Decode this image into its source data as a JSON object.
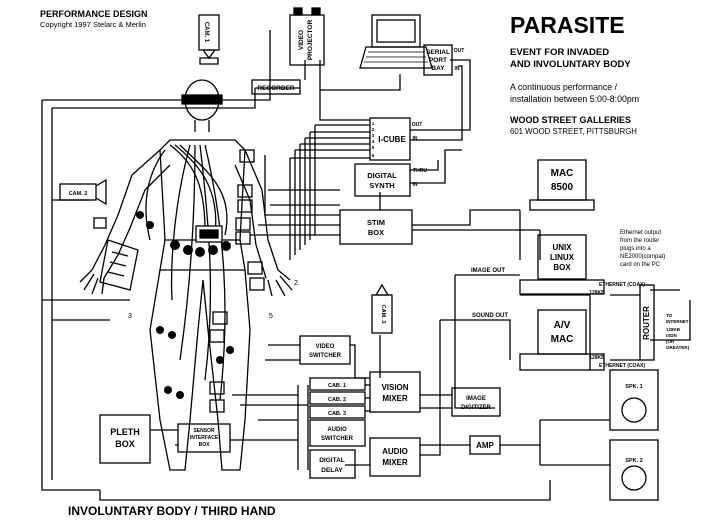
{
  "header": {
    "left_title": "PERFORMANCE DESIGN",
    "left_copyright": "Copyright 1997 Stelarc & Merlin",
    "title": "PARASITE",
    "subtitle_line1": "EVENT FOR INVADED",
    "subtitle_line2": "AND INVOLUNTARY BODY",
    "desc_line1": "A continuous performance /",
    "desc_line2": "installation between 5:00-8:00pm",
    "venue": "WOOD STREET GALLERIES",
    "address": "601 WOOD STREET, PITTSBURGH"
  },
  "footer": {
    "title": "INVOLUNTARY BODY / THIRD HAND"
  },
  "devices": {
    "cam1": "CAM. 1",
    "video_projector_l1": "VIDEO",
    "video_projector_l2": "PROJECTOR",
    "recorder": "RECORDER",
    "serial_port_bay_l1": "SERIAL",
    "serial_port_bay_l2": "PORT",
    "serial_port_bay_l3": "BAY",
    "serial_out": "OUT",
    "serial_in": "IN",
    "icube": "I-CUBE",
    "icube_out": "OUT",
    "icube_in": "IN",
    "icube_thru": "THRU",
    "icube_in2": "IN",
    "icube_ports": [
      "1",
      "2",
      "3",
      "4",
      "5",
      "6"
    ],
    "digital_synth_l1": "DIGITAL",
    "digital_synth_l2": "SYNTH",
    "stim_box_l1": "STIM",
    "stim_box_l2": "BOX",
    "cam2": "CAM. 2",
    "cam3": "CAM. 3",
    "mac8500_l1": "MAC",
    "mac8500_l2": "8500",
    "unix_l1": "UNIX",
    "unix_l2": "LINUX",
    "unix_l3": "BOX",
    "av_mac_l1": "A/V",
    "av_mac_l2": "MAC",
    "image_out": "IMAGE OUT",
    "sound_out": "SOUND OUT",
    "ethernet_coax_1": "ETHERNET (COAX)",
    "kb_128_1": "128KB",
    "ethernet_coax_2": "ETHERNET (COAX)",
    "kb_128_2": "128KB",
    "router": "ROUTER",
    "to_internet_l1": "TO",
    "to_internet_l2": "INTERNET",
    "isdn_l1": "128KB",
    "isdn_l2": "ISDN",
    "isdn_l3": "(OR",
    "isdn_l4": "GREATER)",
    "ethernet_note_l1": "Ethernet output",
    "ethernet_note_l2": "from the router",
    "ethernet_note_l3": "plugs into a",
    "ethernet_note_l4": "NE2000(compat)",
    "ethernet_note_l5": "card on the PC",
    "video_switcher_l1": "VIDEO",
    "video_switcher_l2": "SWITCHER",
    "cab1": "CAB. 1",
    "cab2": "CAB. 2",
    "cab3": "CAB. 3",
    "audio_switcher_l1": "AUDIO",
    "audio_switcher_l2": "SWITCHER",
    "digital_delay_l1": "DIGITAL",
    "digital_delay_l2": "DELAY",
    "vision_mixer_l1": "VISION",
    "vision_mixer_l2": "MIXER",
    "image_digitizer_l1": "IMAGE",
    "image_digitizer_l2": "DIGITIZER",
    "amp": "AMP",
    "audio_mixer_l1": "AUDIO",
    "audio_mixer_l2": "MIXER",
    "pleth_box_l1": "PLETH",
    "pleth_box_l2": "BOX",
    "sensor_box_l1": "SENSOR",
    "sensor_box_l2": "INTERFACE",
    "sensor_box_l3": "BOX",
    "spk1": "SPK. 1",
    "spk2": "SPK. 2",
    "mark_3": "3",
    "mark_2": "2",
    "mark_5": "5"
  }
}
